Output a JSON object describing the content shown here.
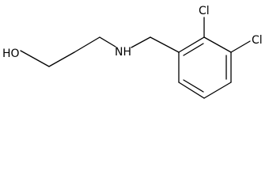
{
  "molecule": {
    "atoms": {
      "hydroxyl": "HO",
      "amine": "NH",
      "chloro_top": "Cl",
      "chloro_right": "Cl"
    },
    "colors": {
      "ink": "#000000",
      "background": "#ffffff"
    }
  }
}
